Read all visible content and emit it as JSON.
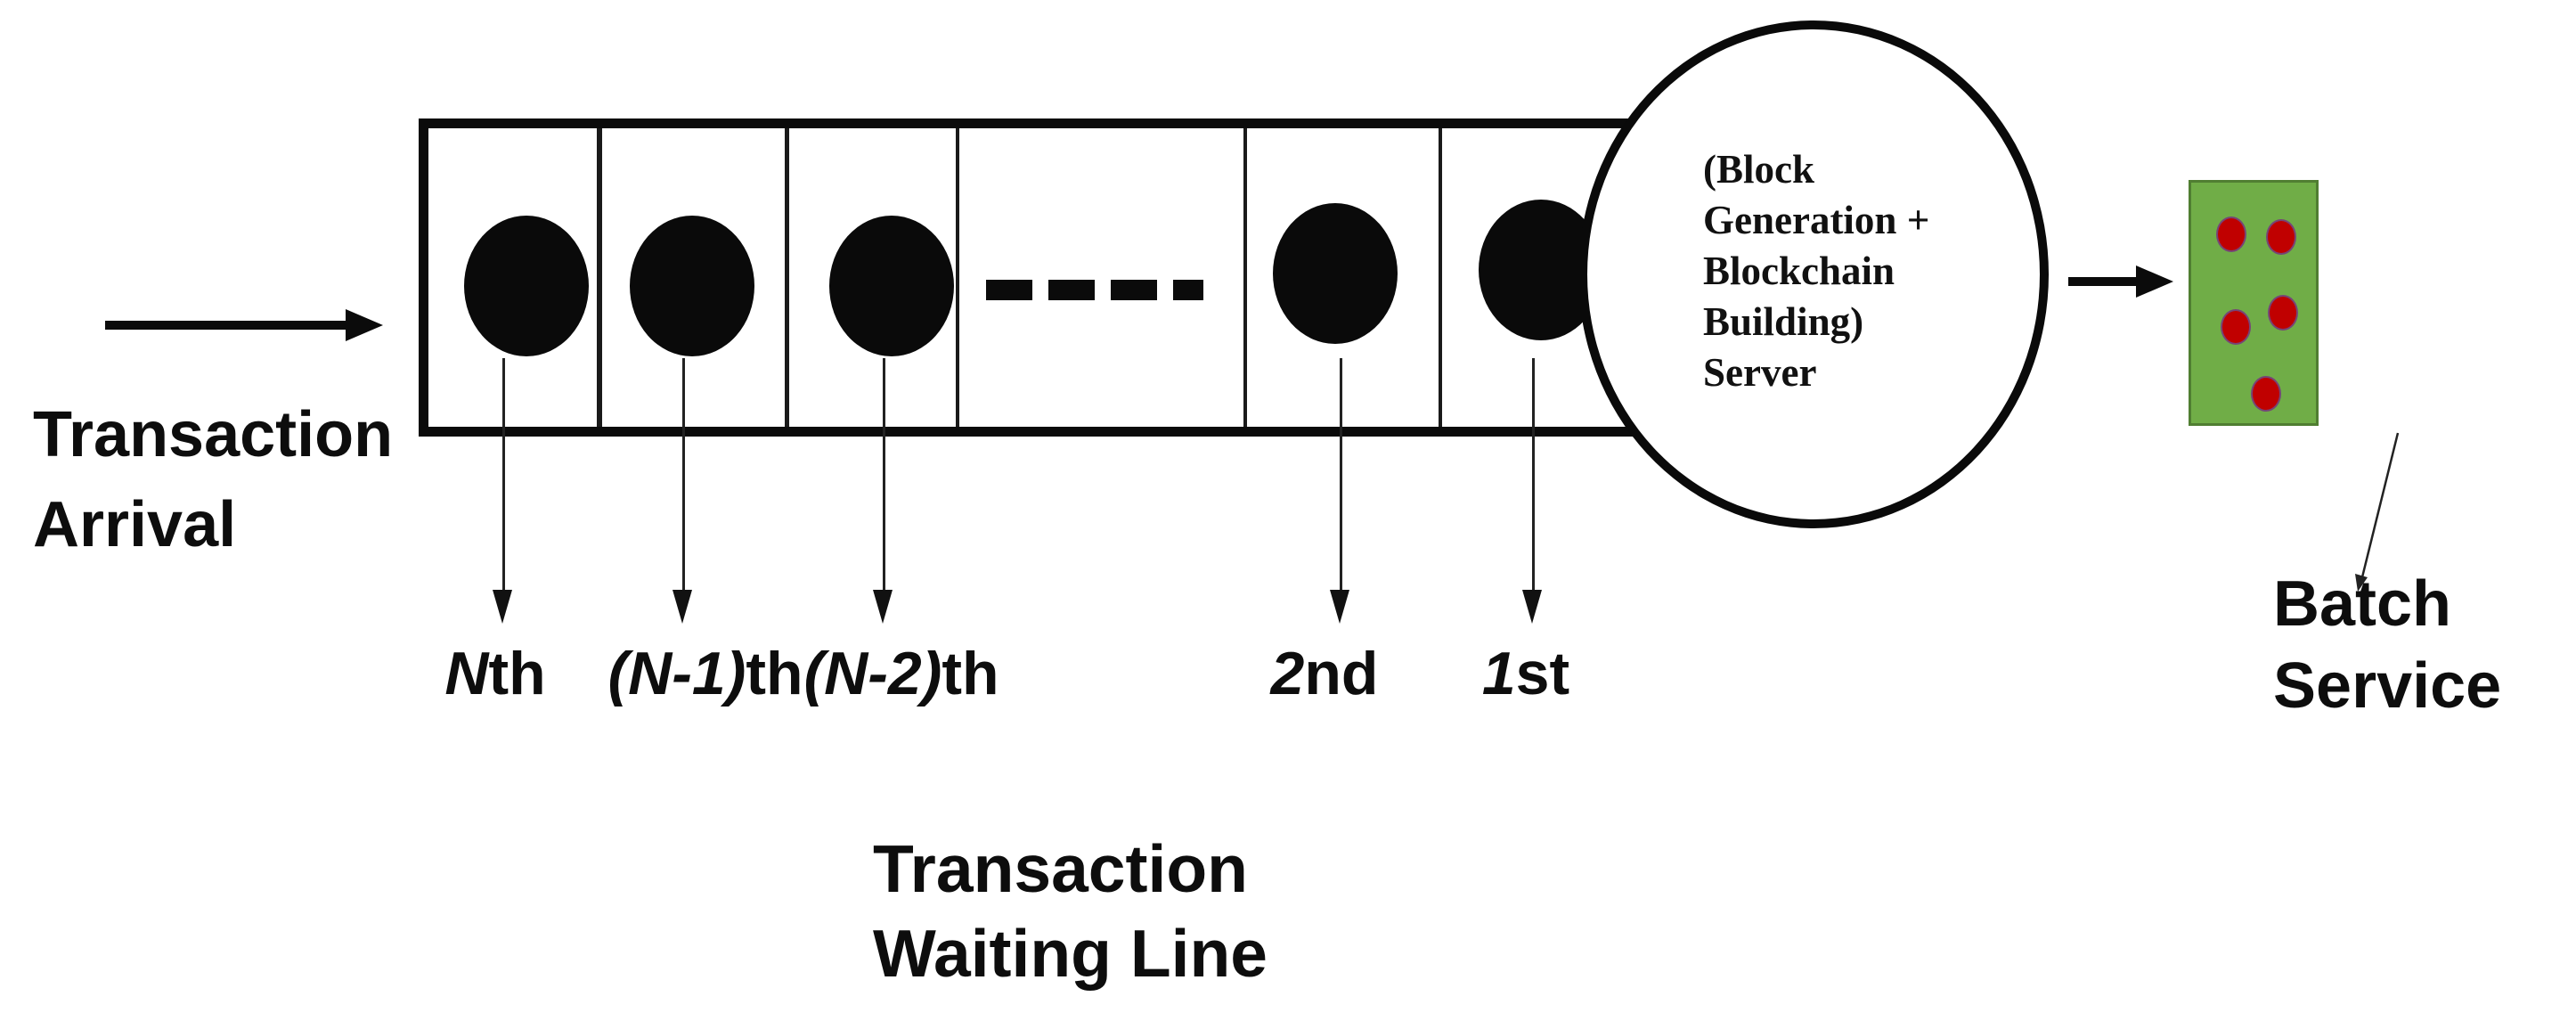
{
  "arrival": {
    "line1": "Transaction",
    "line2": "Arrival"
  },
  "queue": {
    "position_labels": [
      {
        "em": "N",
        "suffix": "th"
      },
      {
        "em": "(N-1)",
        "suffix": "th"
      },
      {
        "em": "(N-2)",
        "suffix": "th"
      },
      {
        "em": "2",
        "suffix": "nd"
      },
      {
        "em": "1",
        "suffix": "st"
      }
    ],
    "caption_line1": "Transaction",
    "caption_line2": "Waiting Line"
  },
  "server": {
    "text_lines": [
      "(Block",
      "Generation +",
      "Blockchain",
      "Building)",
      "Server"
    ]
  },
  "batch": {
    "label_line1": "Batch",
    "label_line2": "Service"
  },
  "colors": {
    "ink": "#0a0a0a",
    "batch_fill": "#70ad47",
    "batch_border": "#507e32",
    "dot_fill": "#c00000",
    "dot_ring": "rgba(68,114,196,0.6)"
  }
}
